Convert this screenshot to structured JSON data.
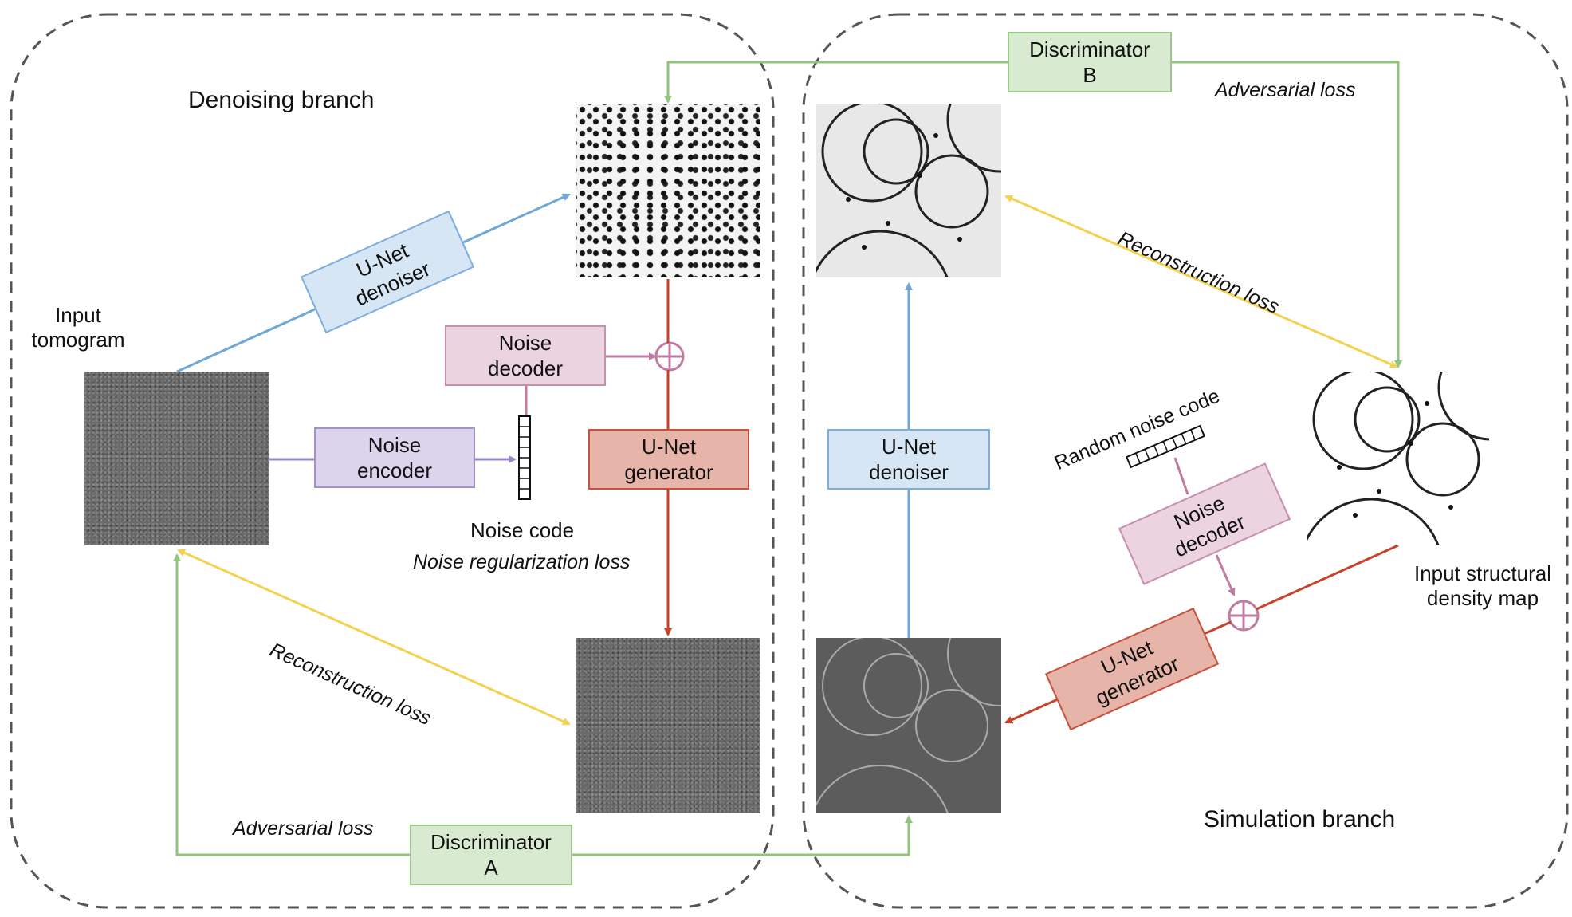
{
  "branches": {
    "denoising": "Denoising branch",
    "simulation": "Simulation branch"
  },
  "labels": {
    "input_tomogram": "Input\ntomogram",
    "input_density_map": "Input structural\ndensity map",
    "noise_code": "Noise code",
    "random_noise_code": "Random noise code",
    "noise_reg_loss": "Noise regularization loss",
    "recon_loss_left": "Reconstruction loss",
    "recon_loss_right": "Reconstruction loss",
    "adv_loss_left": "Adversarial loss",
    "adv_loss_right": "Adversarial loss"
  },
  "boxes": {
    "unet_denoiser_left": "U-Net\ndenoiser",
    "noise_encoder": "Noise\nencoder",
    "noise_decoder_left": "Noise\ndecoder",
    "unet_generator_left": "U-Net\ngenerator",
    "discriminator_a": "Discriminator\nA",
    "discriminator_b": "Discriminator\nB",
    "unet_denoiser_right": "U-Net\ndenoiser",
    "noise_decoder_right": "Noise\ndecoder",
    "unet_generator_right": "U-Net\ngenerator"
  },
  "colors": {
    "blue_arrow": "#6fa8d6",
    "purple_arrow": "#9b86c6",
    "pink_arrow": "#c27ba0",
    "red_arrow": "#c8412a",
    "yellow_arrow": "#f2d250",
    "green_arrow": "#93c47d",
    "dashed_border": "#555555",
    "blue_box_fill": "#d6e6f5",
    "blue_box_border": "#7eaede",
    "purple_box_fill": "#dcd3ec",
    "purple_box_border": "#a591cc",
    "pink_box_fill": "#ecd3e0",
    "pink_box_border": "#c98fae",
    "red_box_fill": "#e6b4a8",
    "red_box_border": "#c8533c",
    "green_box_fill": "#d8ead0",
    "green_box_border": "#9bc98a"
  }
}
